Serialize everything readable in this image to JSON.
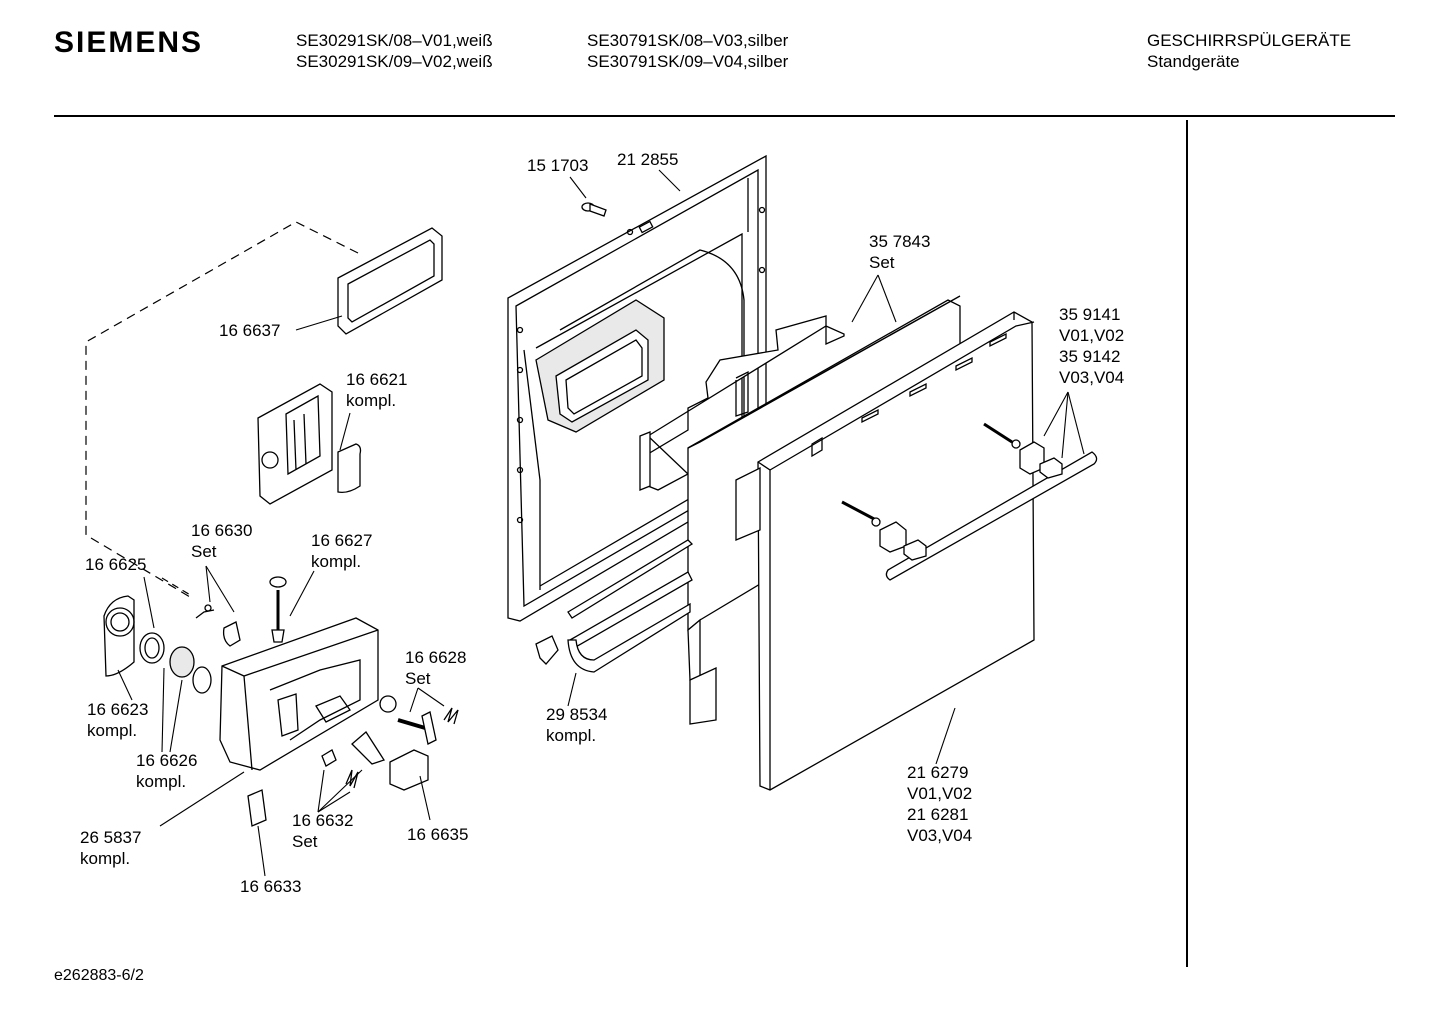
{
  "header": {
    "brand": "SIEMENS",
    "models_col1": [
      "SE30291SK/08–V01,weiß",
      "SE30291SK/09–V02,weiß"
    ],
    "models_col2": [
      "SE30791SK/08–V03,silber",
      "SE30791SK/09–V04,silber"
    ],
    "category": [
      "GESCHIRRSPÜLGERÄTE",
      "Standgeräte"
    ]
  },
  "callouts": {
    "c151703": [
      "15 1703"
    ],
    "c212855": [
      "21 2855"
    ],
    "c357843": [
      "35 7843",
      "Set"
    ],
    "c359141": [
      "35 9141",
      "V01,V02",
      "35 9142",
      "V03,V04"
    ],
    "c166637": [
      "16 6637"
    ],
    "c166621": [
      "16 6621",
      "kompl."
    ],
    "c166630": [
      "16 6630",
      "Set"
    ],
    "c166627": [
      "16 6627",
      "kompl."
    ],
    "c166625": [
      "16 6625"
    ],
    "c166628": [
      "16 6628",
      "Set"
    ],
    "c166623": [
      "16 6623",
      "kompl."
    ],
    "c166626": [
      "16 6626",
      "kompl."
    ],
    "c298534": [
      "29 8534",
      "kompl."
    ],
    "c216279": [
      "21 6279",
      "V01,V02",
      "21 6281",
      "V03,V04"
    ],
    "c265837": [
      "26 5837",
      "kompl."
    ],
    "c166632": [
      "16 6632",
      "Set"
    ],
    "c166635": [
      "16 6635"
    ],
    "c166633": [
      "16 6633"
    ]
  },
  "footer": {
    "doc_id": "e262883-6/2"
  }
}
